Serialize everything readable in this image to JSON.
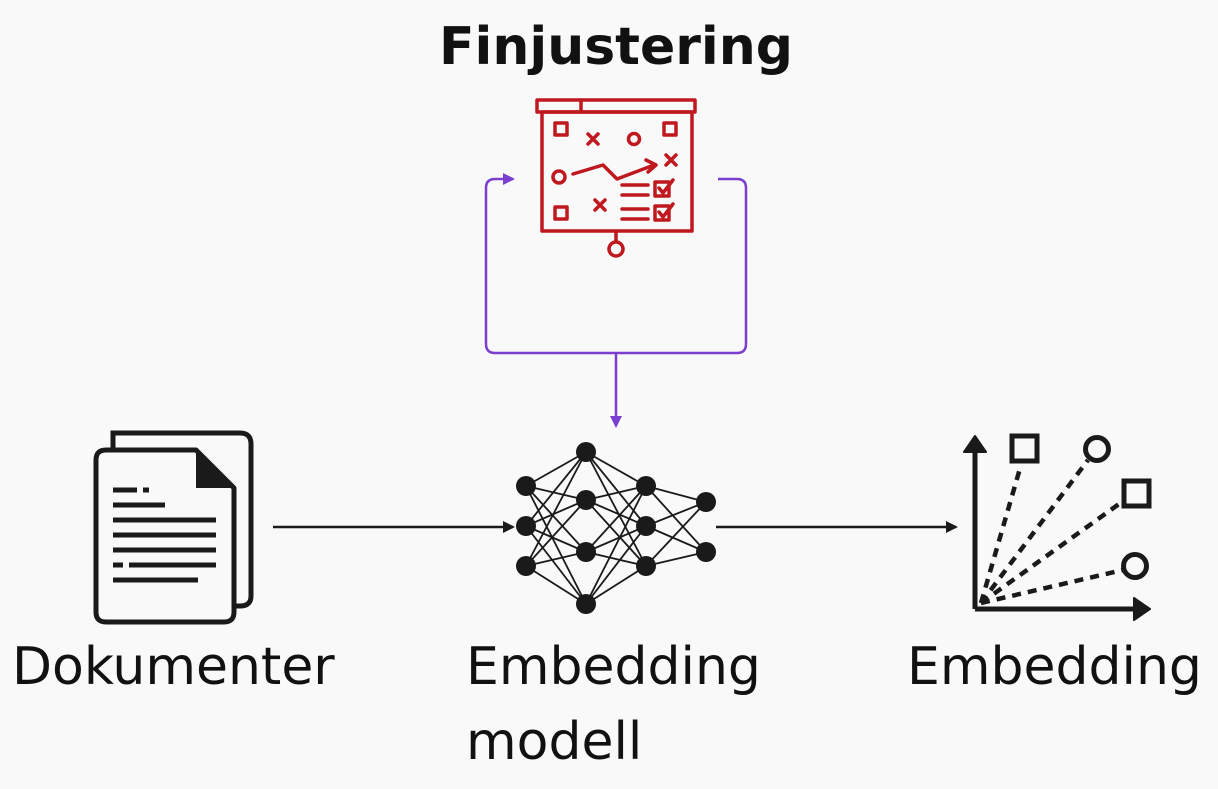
{
  "title": "Finjustering",
  "labels": {
    "documents": "Dokumenter",
    "model_line1": "Embedding",
    "model_line2": "modell",
    "output": "Embedding"
  },
  "colors": {
    "background": "#f9f9f9",
    "text": "#111111",
    "icon_dark": "#1a1a1a",
    "finetune_icon": "#c0181f",
    "feedback_loop": "#7b3fcf"
  },
  "icons": {
    "finetune": "presentation-board-strategy-icon",
    "documents": "documents-stack-icon",
    "model": "neural-network-icon",
    "output": "vector-embedding-plot-icon"
  }
}
